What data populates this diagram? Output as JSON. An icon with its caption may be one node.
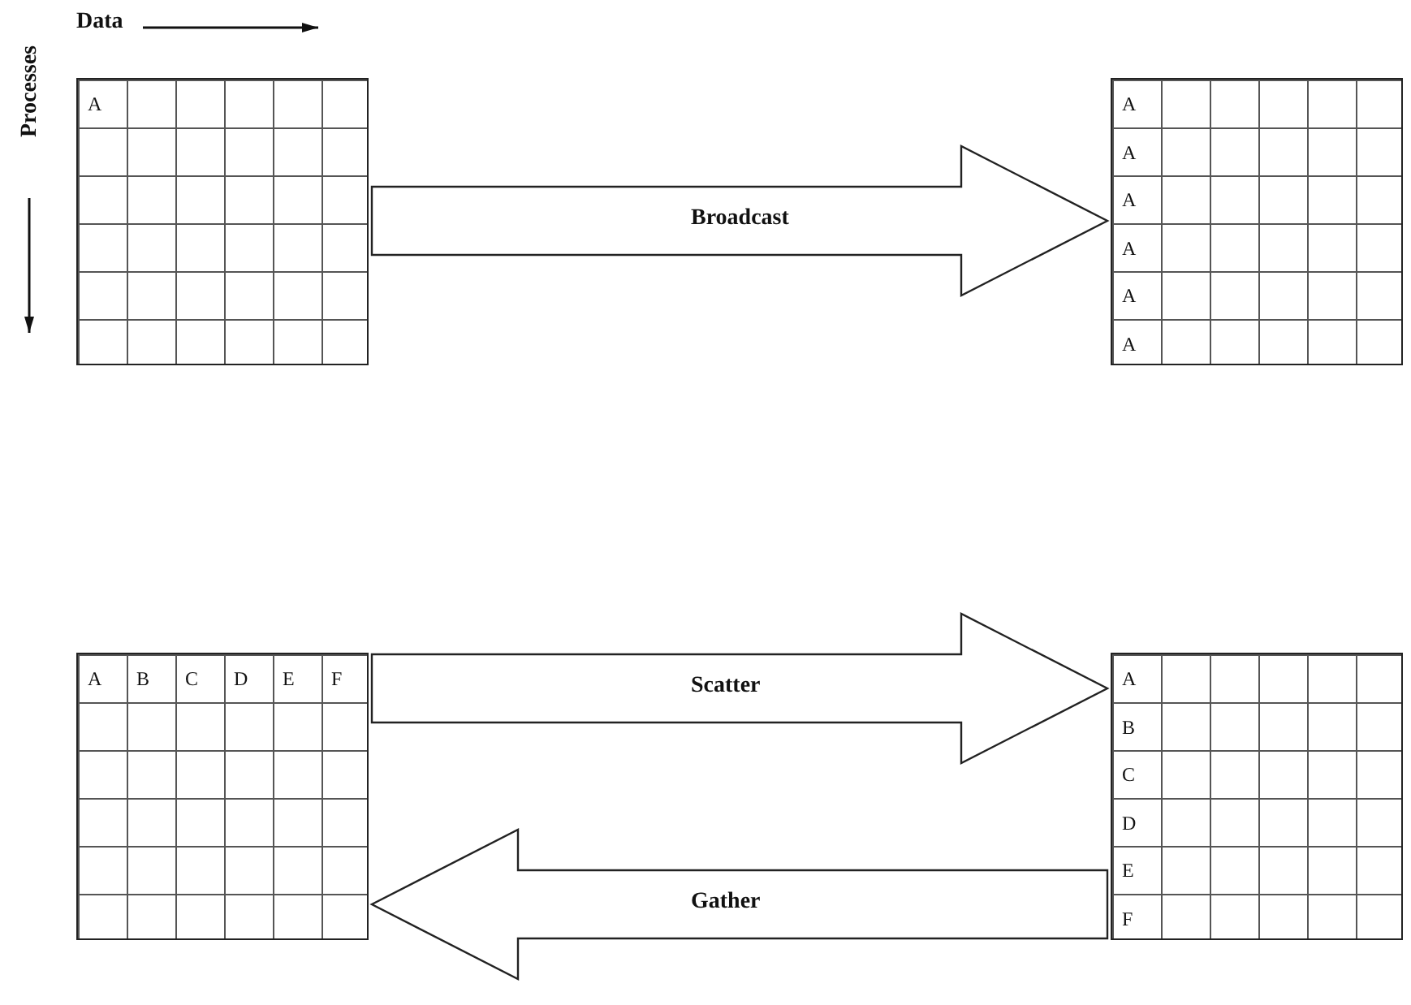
{
  "diagram": {
    "nodes": [
      {
        "text": [
          "A"
        ]
      },
      {
        "text": [
          "A",
          "A",
          "A",
          "A",
          "A",
          "A"
        ]
      },
      {
        "text": [
          "A",
          "B",
          "C",
          "D",
          "E",
          "F"
        ]
      },
      {
        "text": [
          "A",
          "B",
          "C",
          "D",
          "E",
          "F"
        ]
      }
    ],
    "edges": [
      {
        "from": 0,
        "to": 1,
        "arrow": "to",
        "label": "Broadcast"
      },
      {
        "from": 2,
        "to": 3,
        "arrow": "to",
        "label": "Scatter"
      },
      {
        "from": 3,
        "to": 2,
        "arrow": "to",
        "label": "Gather"
      }
    ],
    "labels": [
      "Data",
      "Processes"
    ]
  }
}
